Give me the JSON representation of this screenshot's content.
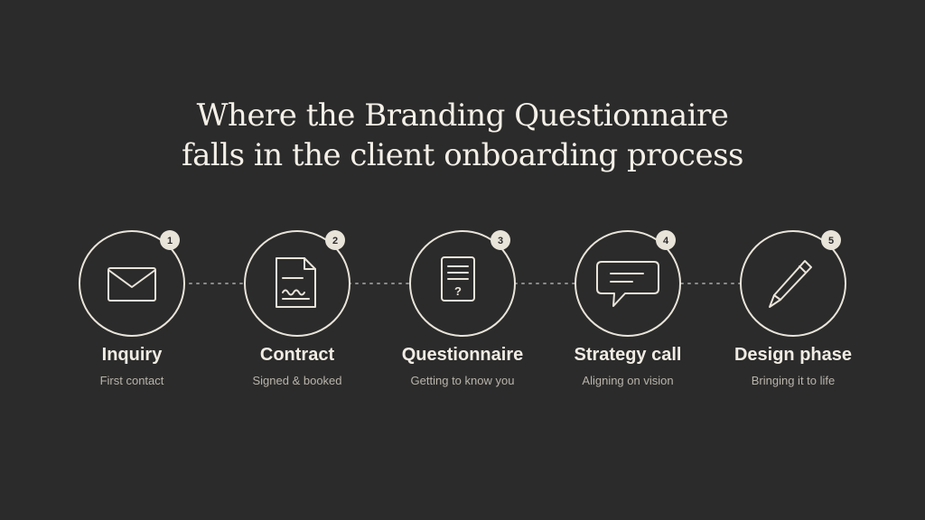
{
  "title": {
    "line1": "Where the Branding Questionnaire",
    "line2": "falls in the client onboarding process"
  },
  "colors": {
    "background": "#2b2b2b",
    "line": "#e9e4da",
    "badge_fill": "#e9e4da",
    "badge_text": "#2b2b2b",
    "connector": "#8c8c8c"
  },
  "steps": [
    {
      "number": "1",
      "title": "Inquiry",
      "subtitle": "First contact",
      "icon": "envelope-icon"
    },
    {
      "number": "2",
      "title": "Contract",
      "subtitle": "Signed & booked",
      "icon": "contract-icon"
    },
    {
      "number": "3",
      "title": "Questionnaire",
      "subtitle": "Getting to know you",
      "icon": "questionnaire-icon"
    },
    {
      "number": "4",
      "title": "Strategy call",
      "subtitle": "Aligning on vision",
      "icon": "speech-bubble-icon"
    },
    {
      "number": "5",
      "title": "Design phase",
      "subtitle": "Bringing it to life",
      "icon": "pencil-icon"
    }
  ]
}
